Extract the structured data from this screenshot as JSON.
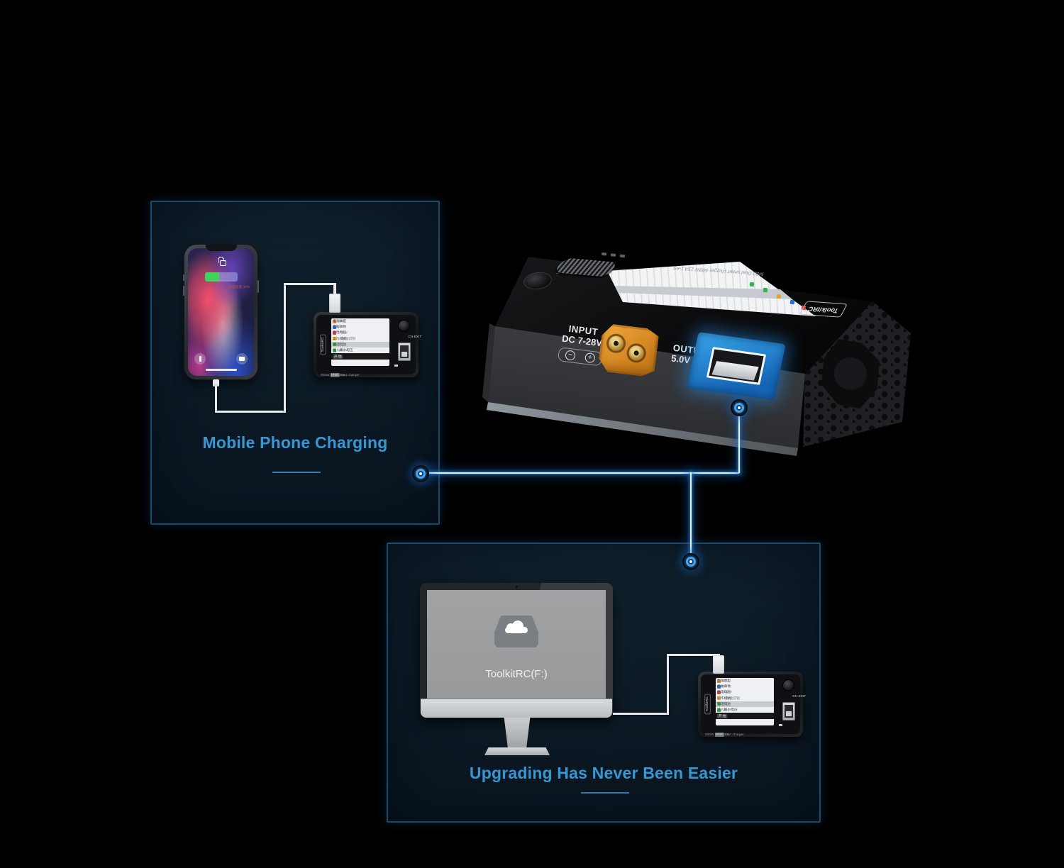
{
  "colors": {
    "accent_blue": "#3797d5",
    "line_blue": "#2e86d8",
    "usb_highlight_blue": "#2b9ae6",
    "xt60_orange": "#e0912f",
    "battery_green": "#3fd45c",
    "panel_background": "#0d1b26"
  },
  "mobile_panel": {
    "title": "Mobile Phone Charging"
  },
  "phone": {
    "battery_label": "当前电量 40%"
  },
  "upgrade_panel": {
    "title": "Upgrading Has Never Been Easier",
    "drive_label": "ToolkitRC(F:)"
  },
  "device": {
    "brand": "ToolkitRC",
    "input_title": "INPUT",
    "input_value": "DC 7-28V",
    "minus": "−",
    "plus": "+",
    "output_title": "OUTPUT",
    "output_value": "5.0V 2.1A",
    "button_label": "CH.EXIT",
    "screen_caption": "M6D  Dual smart charger  500W 15A 1-6S",
    "screen_chips": [
      "#35b34a",
      "#35b34a",
      "#e8a42a",
      "#2a6fd4",
      "#e03c3c"
    ]
  },
  "mini": {
    "brand": "ToolkitRC",
    "button_label": "CH.EXIT",
    "badge": "M6D",
    "caption": "Dual smart charger",
    "spec": "500W 15A 1-6S",
    "footer_left": "● 1组",
    "footer_right": "开 始",
    "rows": [
      {
        "color": "#e8872a",
        "label": "电池类型",
        "value": "LiPo"
      },
      {
        "color": "#2a6fd4",
        "label": "电池串数",
        "value": "3S"
      },
      {
        "color": "#e03c3c",
        "label": "充电电压",
        "value": "3.60V"
      },
      {
        "color": "#e8a42a",
        "label": "工作模式",
        "value": "智能识别"
      },
      {
        "color": "#35b34a",
        "label": "请选电池",
        "value": "充电"
      },
      {
        "color": "#35b34a",
        "label": "输入最小电压",
        "value": "21.0V"
      }
    ]
  }
}
